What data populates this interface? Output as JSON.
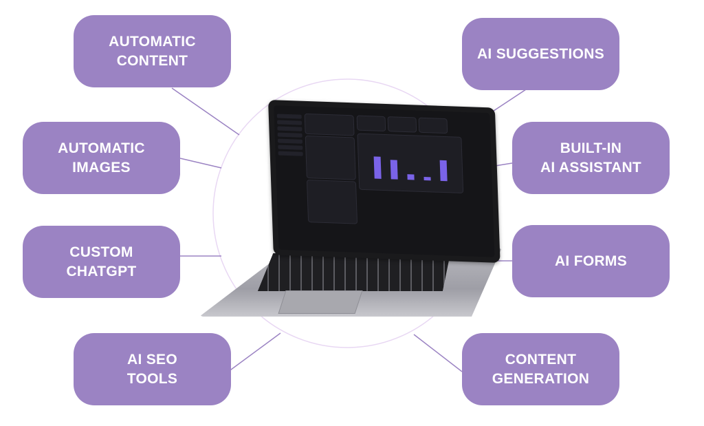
{
  "features": {
    "automatic_content": "AUTOMATIC\nCONTENT",
    "ai_suggestions": "AI SUGGESTIONS",
    "automatic_images": "AUTOMATIC\nIMAGES",
    "built_in_ai_assistant": "BUILT-IN\nAI ASSISTANT",
    "custom_chatgpt": "CUSTOM\nCHATGPT",
    "ai_forms": "AI FORMS",
    "ai_seo_tools": "AI SEO\nTOOLS",
    "content_generation": "CONTENT\nGENERATION"
  },
  "colors": {
    "card_purple": "#9b83c3",
    "card_text": "#ffffff",
    "connector": "#9b83c3",
    "circle": "#e8d7f3"
  }
}
